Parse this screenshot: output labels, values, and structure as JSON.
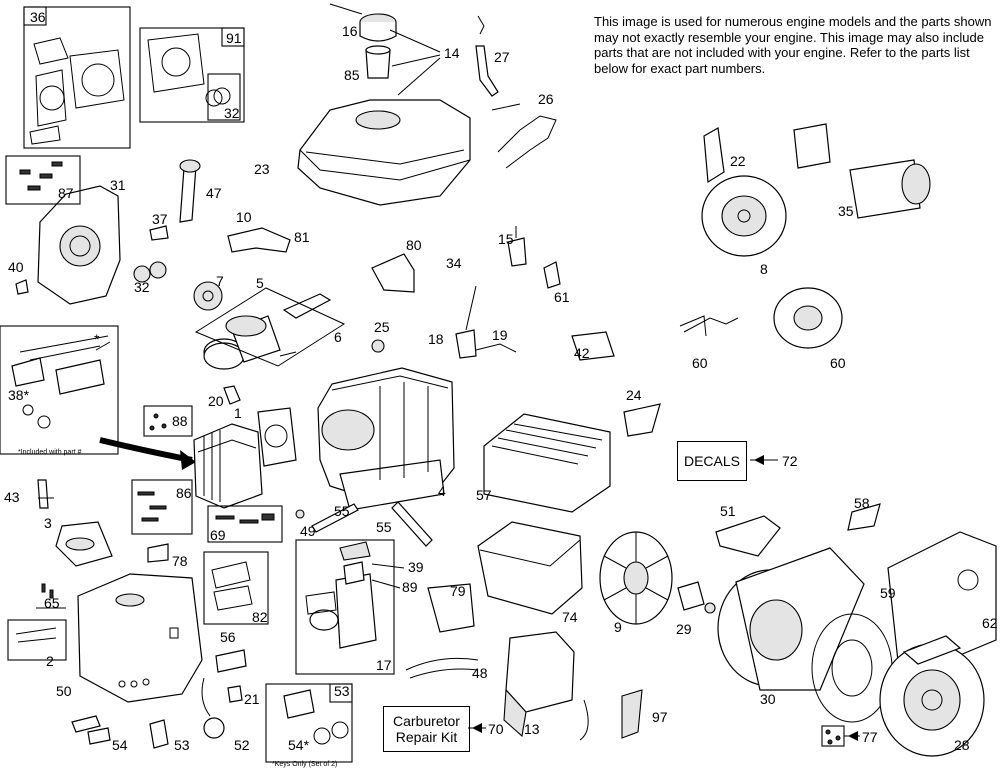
{
  "note_text": "This image is used for numerous engine models and the parts shown may not exactly resemble your engine. This image may also include parts that are not included with your engine. Refer to the parts list below for exact part numbers.",
  "decals_label": "DECALS",
  "carb_kit_label": "Carburetor Repair Kit",
  "kit_footnote": "*Included with part #",
  "keys_footnote": "*Keys Only (Set of 2)",
  "star_mark": "*",
  "callouts": {
    "c1": "1",
    "c2": "2",
    "c3": "3",
    "c4": "4",
    "c5": "5",
    "c6": "6",
    "c7": "7",
    "c8": "8",
    "c9": "9",
    "c10": "10",
    "c13": "13",
    "c14": "14",
    "c15": "15",
    "c16": "16",
    "c17": "17",
    "c18": "18",
    "c19": "19",
    "c20": "20",
    "c21": "21",
    "c22": "22",
    "c23": "23",
    "c24": "24",
    "c25": "25",
    "c26": "26",
    "c27": "27",
    "c28": "28",
    "c29": "29",
    "c30": "30",
    "c31": "31",
    "c32a": "32",
    "c32b": "32",
    "c34": "34",
    "c35": "35",
    "c36": "36",
    "c37": "37",
    "c38": "38*",
    "c39": "39",
    "c40": "40",
    "c42": "42",
    "c43": "43",
    "c47": "47",
    "c48": "48",
    "c49": "49",
    "c50": "50",
    "c51": "51",
    "c52": "52",
    "c53a": "53",
    "c53b": "53",
    "c54a": "54",
    "c54b": "54*",
    "c55a": "55",
    "c55b": "55",
    "c56": "56",
    "c57": "57",
    "c58": "58",
    "c59": "59",
    "c60a": "60",
    "c60b": "60",
    "c61": "61",
    "c62": "62",
    "c65": "65",
    "c69": "69",
    "c70": "70",
    "c72": "72",
    "c74": "74",
    "c77": "77",
    "c78": "78",
    "c79": "79",
    "c80": "80",
    "c81": "81",
    "c82": "82",
    "c85": "85",
    "c86": "86",
    "c87": "87",
    "c88": "88",
    "c89": "89",
    "c91": "91",
    "c97": "97"
  }
}
